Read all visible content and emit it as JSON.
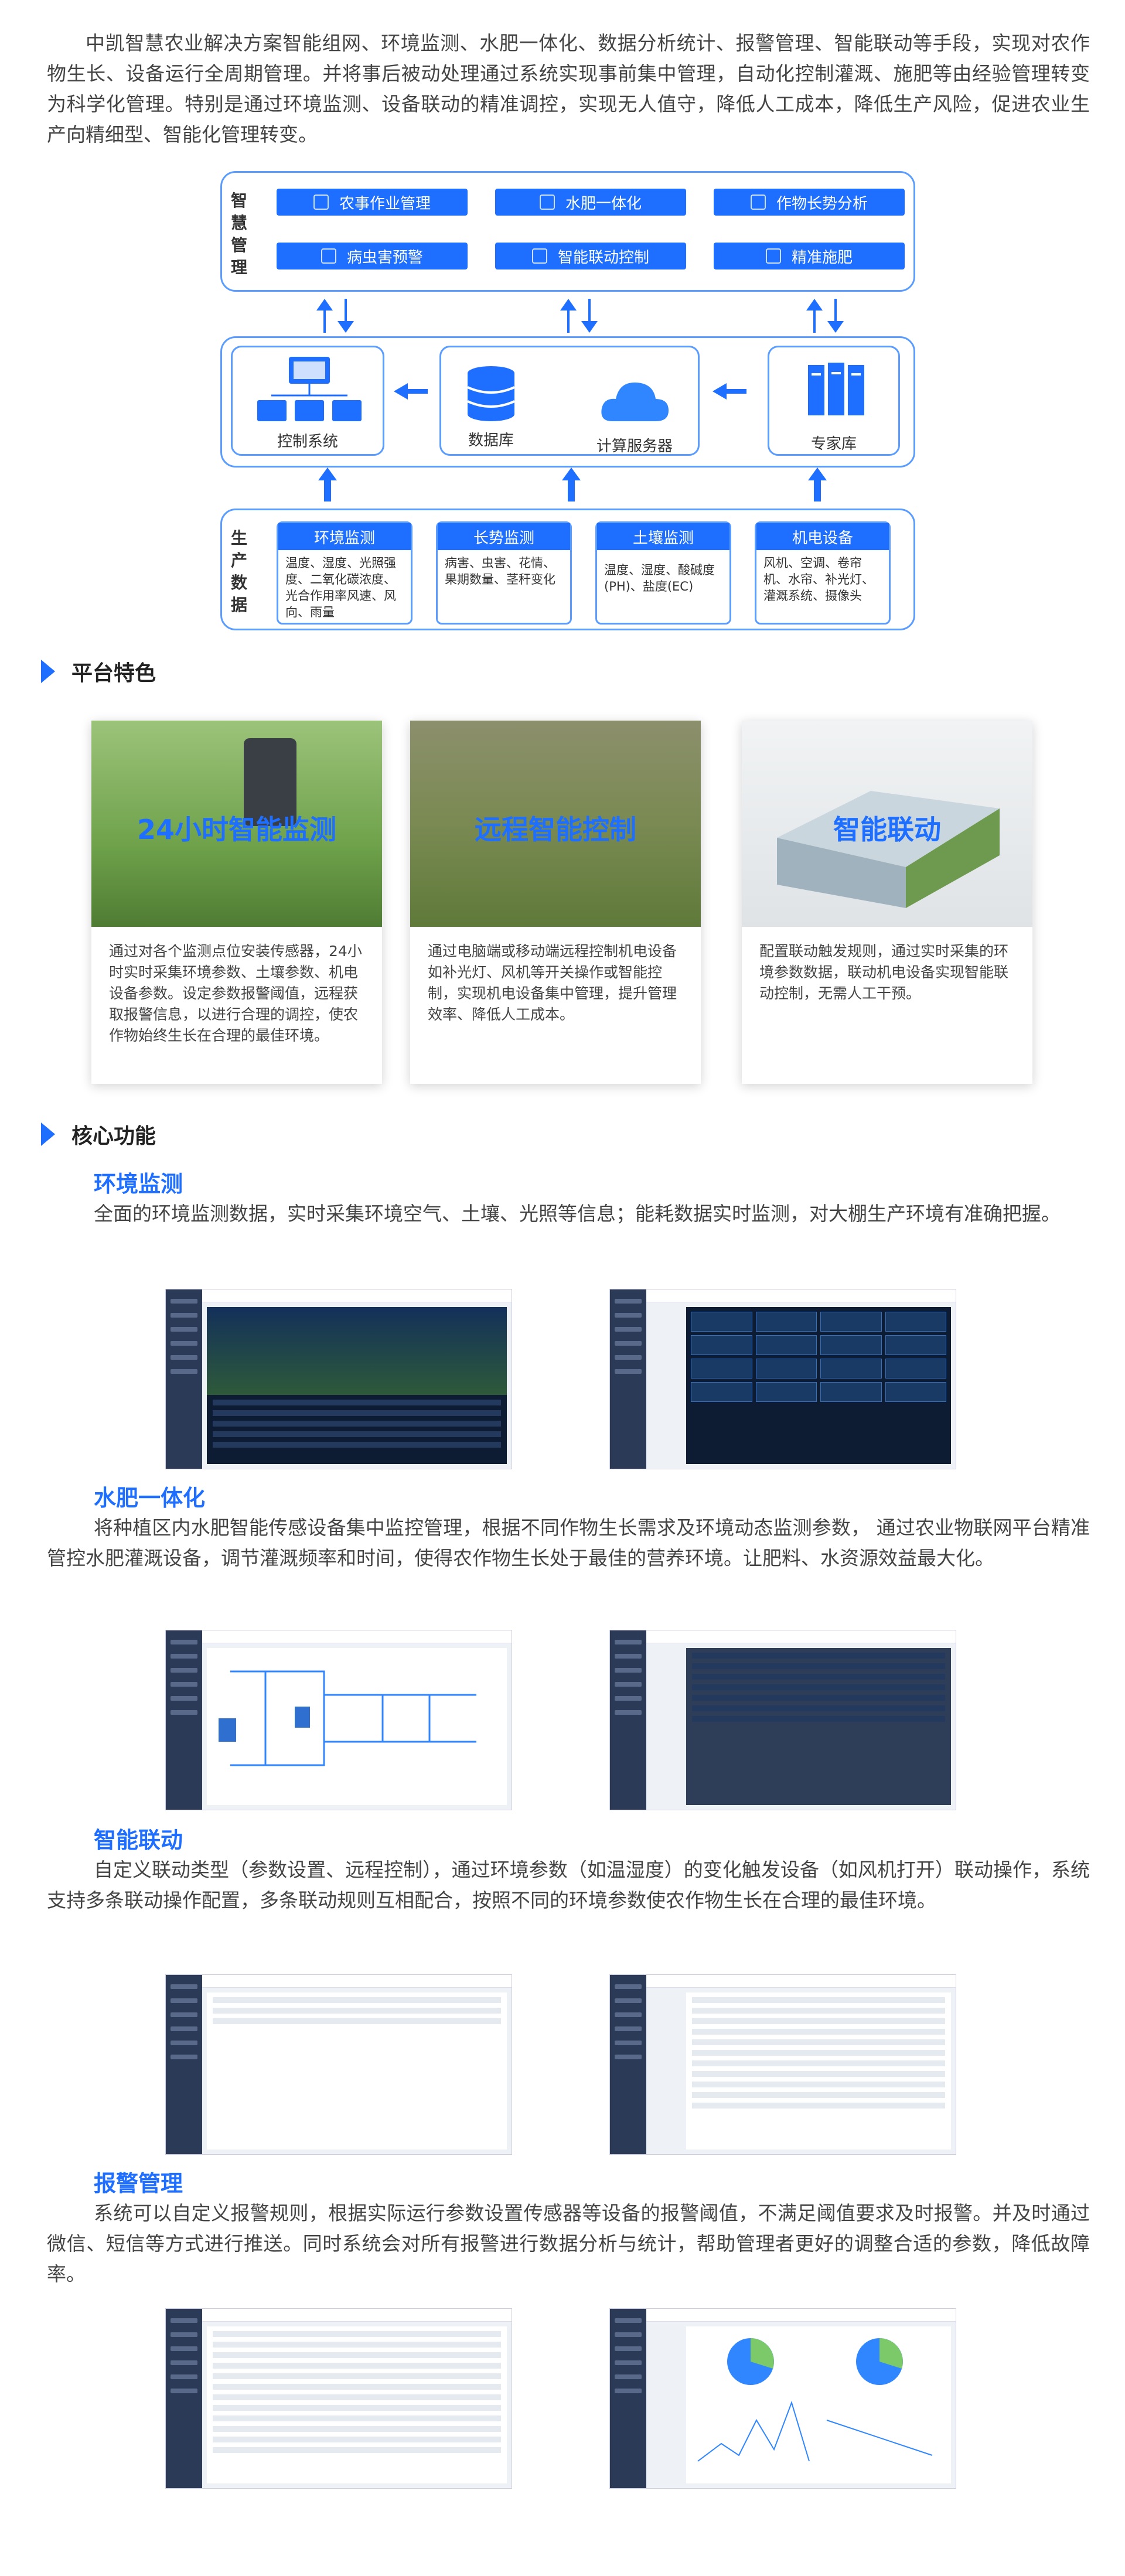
{
  "intro": "中凯智慧农业解决方案智能组网、环境监测、水肥一体化、数据分析统计、报警管理、智能联动等手段，实现对农作物生长、设备运行全周期管理。并将事后被动处理通过系统实现事前集中管理，自动化控制灌溉、施肥等由经验管理转变为科学化管理。特别是通过环境监测、设备联动的精准调控，实现无人值守，降低人工成本，降低生产风险，促进农业生产向精细型、智能化管理转变。",
  "arch": {
    "mgmt_label": "智慧管理",
    "mgmt_items": [
      "农事作业管理",
      "水肥一体化",
      "作物长势分析",
      "病虫害预警",
      "智能联动控制",
      "精准施肥"
    ],
    "control": "控制系统",
    "database": "数据库",
    "compute": "计算服务器",
    "expert": "专家库",
    "prod_label": "生产数据",
    "prod": [
      {
        "title": "环境监测",
        "body": "温度、湿度、光照强度、二氧化碳浓度、光合作用率风速、风向、雨量"
      },
      {
        "title": "长势监测",
        "body": "病害、虫害、花情、果期数量、茎秆变化"
      },
      {
        "title": "土壤监测",
        "body": "温度、湿度、酸碱度(PH)、盐度(EC)"
      },
      {
        "title": "机电设备",
        "body": "风机、空调、卷帘机、水帘、补光灯、灌溉系统、摄像头"
      }
    ]
  },
  "features_title": "平台特色",
  "features": [
    {
      "title": "24小时智能监测",
      "text": "通过对各个监测点位安装传感器，24小时实时采集环境参数、土壤参数、机电设备参数。设定参数报警阈值，远程获取报警信息，以进行合理的调控，使农作物始终生长在合理的最佳环境。"
    },
    {
      "title": "远程智能控制",
      "text": "通过电脑端或移动端远程控制机电设备如补光灯、风机等开关操作或智能控制，实现机电设备集中管理，提升管理效率、降低人工成本。"
    },
    {
      "title": "智能联动",
      "text": "配置联动触发规则，通过实时采集的环境参数数据，联动机电设备实现智能联动控制，无需人工干预。"
    }
  ],
  "core_title": "核心功能",
  "core": [
    {
      "title": "环境监测",
      "text": "全面的环境监测数据，实时采集环境空气、土壤、光照等信息；能耗数据实时监测，对大棚生产环境有准确把握。"
    },
    {
      "title": "水肥一体化",
      "text": "将种植区内水肥智能传感设备集中监控管理，根据不同作物生长需求及环境动态监测参数， 通过农业物联网平台精准管控水肥灌溉设备，调节灌溉频率和时间，使得农作物生长处于最佳的营养环境。让肥料、水资源效益最大化。"
    },
    {
      "title": "智能联动",
      "text": "自定义联动类型（参数设置、远程控制），通过环境参数（如温湿度）的变化触发设备（如风机打开）联动操作，系统支持多条联动操作配置，多条联动规则互相配合，按照不同的环境参数使农作物生长在合理的最佳环境。"
    },
    {
      "title": "报警管理",
      "text": "系统可以自定义报警规则，根据实际运行参数设置传感器等设备的报警阈值，不满足阈值要求及时报警。并及时通过微信、短信等方式进行推送。同时系统会对所有报警进行数据分析与统计，帮助管理者更好的调整合适的参数，降低故障率。"
    }
  ],
  "colors": {
    "accent": "#1e6fff",
    "border": "#5b9cff"
  }
}
